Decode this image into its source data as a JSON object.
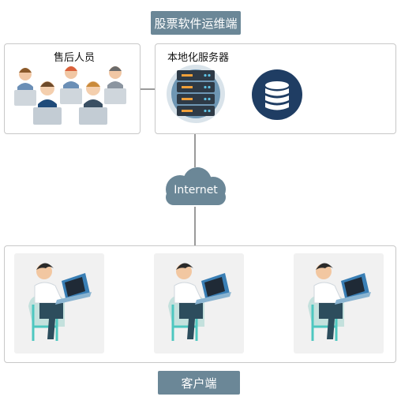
{
  "title": "股票软件运维端",
  "left_group": {
    "label": "售后人员"
  },
  "server_group": {
    "label": "本地化服务器"
  },
  "cloud": {
    "label": "Internet"
  },
  "client": {
    "label": "客户端"
  },
  "colors": {
    "tag_bg": "#6b8797",
    "cloud": "#6b8797",
    "db_circle": "#1f3d63",
    "server_ring": "#d9e3ea",
    "server_body": "#2e3a46"
  },
  "icons": [
    "headset-agent-icon",
    "server-rack-icon",
    "database-icon",
    "cloud-icon",
    "user-at-laptop-icon"
  ]
}
